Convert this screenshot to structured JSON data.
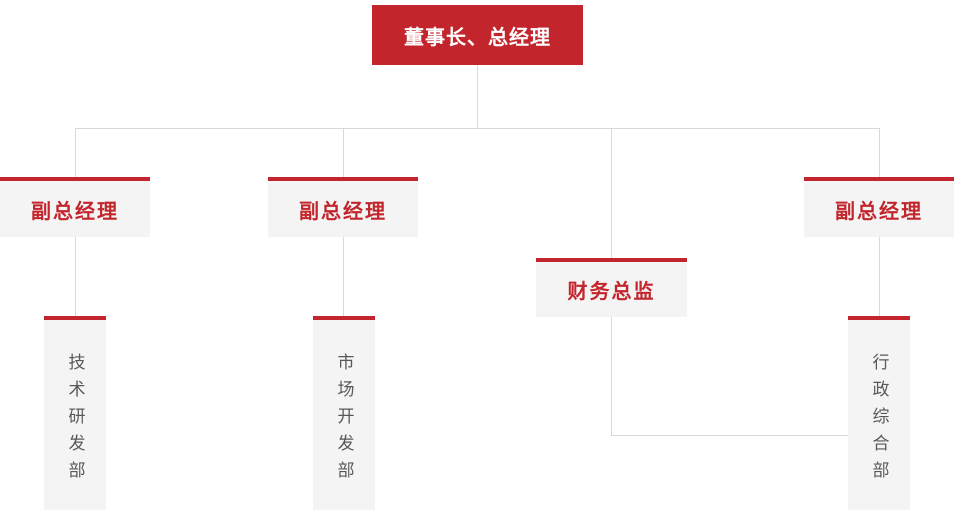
{
  "org_chart": {
    "colors": {
      "primary_red": "#c2252c",
      "node_background": "#f5f4f4",
      "connector_line": "#d9d9d9",
      "department_text": "#595757",
      "root_text": "#ffffff"
    },
    "root": {
      "label": "董事长、总经理"
    },
    "level2": [
      {
        "label": "副总经理"
      },
      {
        "label": "副总经理"
      },
      {
        "label": "财务总监"
      },
      {
        "label": "副总经理"
      }
    ],
    "departments": [
      {
        "label": "技术研发部"
      },
      {
        "label": "市场开发部"
      },
      {
        "label": "行政综合部"
      }
    ]
  }
}
